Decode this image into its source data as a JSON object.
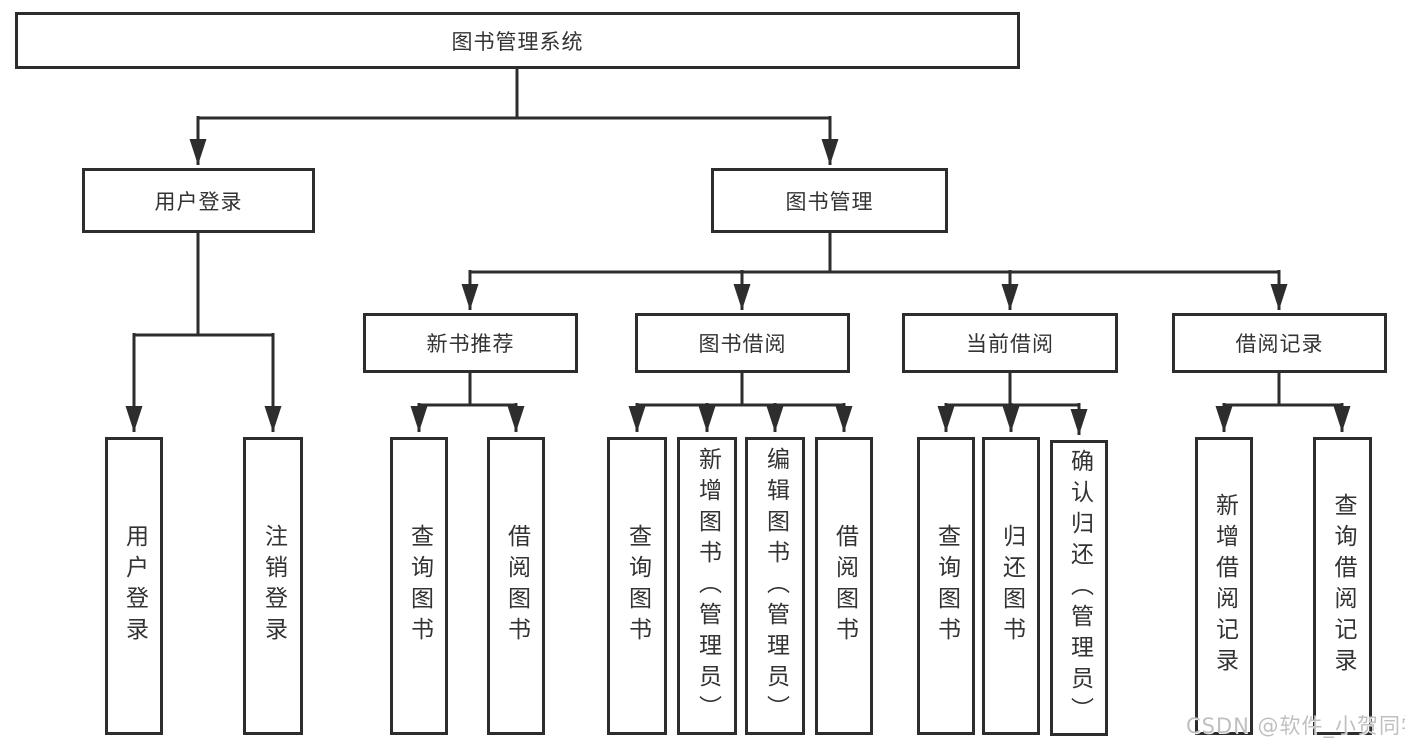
{
  "tree": {
    "label": "图书管理系统",
    "children": [
      {
        "label": "用户登录",
        "children": [
          {
            "label": "用户登录"
          },
          {
            "label": "注销登录"
          }
        ]
      },
      {
        "label": "图书管理",
        "children": [
          {
            "label": "新书推荐",
            "children": [
              {
                "label": "查询图书"
              },
              {
                "label": "借阅图书"
              }
            ]
          },
          {
            "label": "图书借阅",
            "children": [
              {
                "label": "查询图书"
              },
              {
                "label": "新增图书（管理员）"
              },
              {
                "label": "编辑图书（管理员）"
              },
              {
                "label": "借阅图书"
              }
            ]
          },
          {
            "label": "当前借阅",
            "children": [
              {
                "label": "查询图书"
              },
              {
                "label": "归还图书"
              },
              {
                "label": "确认归还（管理员）"
              }
            ]
          },
          {
            "label": "借阅记录",
            "children": [
              {
                "label": "新增借阅记录"
              },
              {
                "label": "查询借阅记录"
              }
            ]
          }
        ]
      }
    ]
  },
  "watermark": "CSDN @软件_小贺同学",
  "colors": {
    "line": "#2d2d2d",
    "box_border": "#2d2d2d",
    "text": "#333333",
    "background": "#ffffff",
    "watermark": "#c0c0c0"
  }
}
